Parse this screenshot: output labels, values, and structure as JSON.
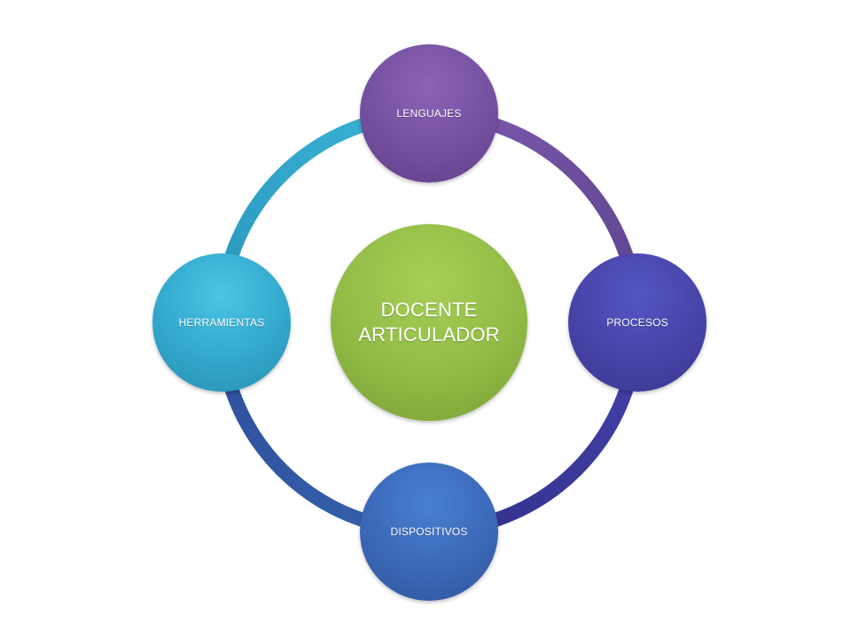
{
  "diagram": {
    "center": {
      "label": "DOCENTE ARTICULADOR",
      "color": "#91bb45"
    },
    "nodes": [
      {
        "id": "top",
        "label": "LENGUAJES",
        "color": "#7550a0"
      },
      {
        "id": "right",
        "label": "PROCESOS",
        "color": "#4744a8"
      },
      {
        "id": "bottom",
        "label": "DISPOSITIVOS",
        "color": "#3b68b8"
      },
      {
        "id": "left",
        "label": "HERRAMIENTAS",
        "color": "#32a8cc"
      }
    ],
    "ring_colors": {
      "top_right": "#6b4a9e",
      "right_bottom": "#3e3a9a",
      "bottom_left": "#345da8",
      "left_top": "#2fa4c8"
    }
  }
}
